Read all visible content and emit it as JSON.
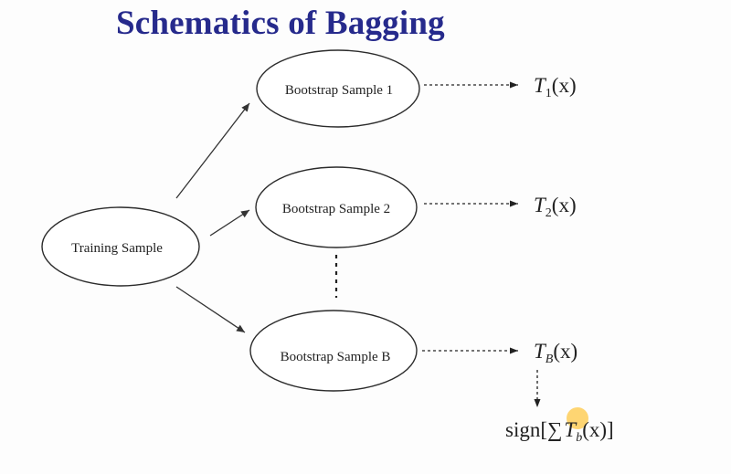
{
  "slide": {
    "title": "Schematics of Bagging"
  },
  "diagram": {
    "root": {
      "label": "Training Sample"
    },
    "samples": [
      {
        "label": "Bootstrap Sample 1",
        "output_base": "T",
        "output_sub": "1",
        "output_arg": "(x)"
      },
      {
        "label": "Bootstrap Sample 2",
        "output_base": "T",
        "output_sub": "2",
        "output_arg": "(x)"
      },
      {
        "label": "Bootstrap Sample B",
        "output_base": "T",
        "output_sub": "B",
        "output_arg": "(x)"
      }
    ],
    "aggregate": {
      "prefix": "sign[",
      "sum_symbol": "∑",
      "term_base": "T",
      "term_sub": "b",
      "term_arg": "(x)",
      "suffix": "]"
    }
  },
  "colors": {
    "title": "#262a8c",
    "line": "#333333",
    "highlight": "#ffb400"
  }
}
